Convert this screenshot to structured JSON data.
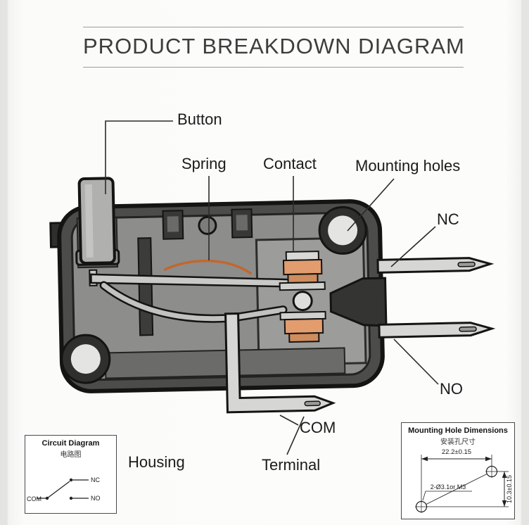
{
  "title": "PRODUCT BREAKDOWN DIAGRAM",
  "labels": {
    "button": "Button",
    "spring": "Spring",
    "contact": "Contact",
    "mounting_holes": "Mounting holes",
    "nc": "NC",
    "no": "NO",
    "com": "COM",
    "housing": "Housing",
    "terminal": "Terminal"
  },
  "circuit_box": {
    "title": "Circuit Diagram",
    "subtitle": "电路图",
    "com": "COM",
    "nc": "NC",
    "no": "NO"
  },
  "mounting_box": {
    "title": "Mounting Hole Dimensions",
    "subtitle": "安装孔尺寸",
    "width_dim": "22.2±0.15",
    "hole_dim": "2-Ø3.1or M3",
    "height_dim": "10.3±0.15"
  },
  "colors": {
    "spring": "#c2672e",
    "contact": "#e29c6e",
    "contact_dark": "#cf8c5c",
    "metal": "#d6d6d4",
    "body_dark": "#4c4c4a",
    "body_gray": "#8d8d8b"
  }
}
